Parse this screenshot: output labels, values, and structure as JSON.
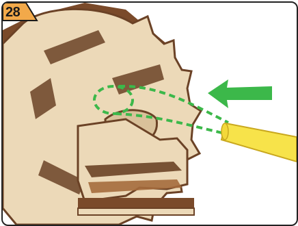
{
  "step": {
    "number": "28"
  },
  "colors": {
    "badge_fill": "#f2a94a",
    "wood_light": "#ecd9b8",
    "wood_edge": "#6b4226",
    "arrow_green": "#3cb84a",
    "rod_yellow": "#f7e34a"
  },
  "icons": {
    "direction": "arrow-left-icon",
    "part": "yellow-rod",
    "path": "dashed-insertion-path"
  }
}
